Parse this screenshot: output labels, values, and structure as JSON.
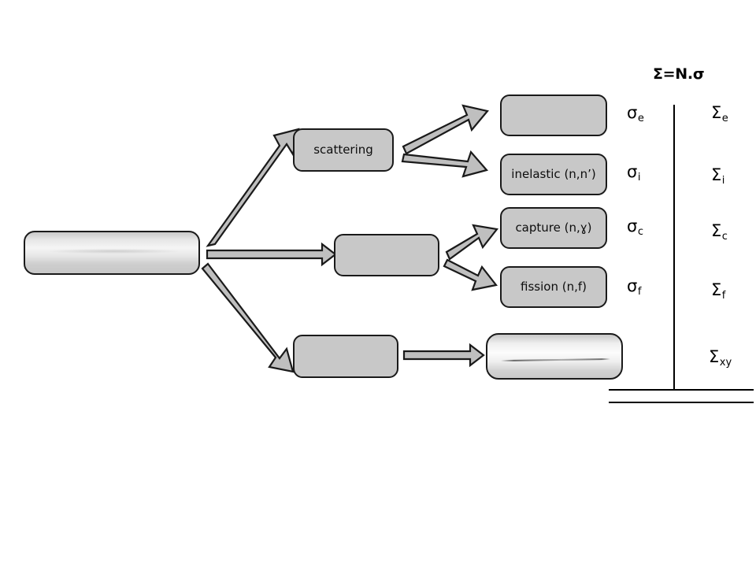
{
  "diagram": {
    "title": "Σ=N.σ",
    "boxes": [
      {
        "id": "source",
        "label": "",
        "erased": true
      },
      {
        "id": "scattering",
        "label": "scattering",
        "erased": false
      },
      {
        "id": "absorption",
        "label": "",
        "erased": false
      },
      {
        "id": "other-reaction",
        "label": "",
        "erased": false
      },
      {
        "id": "elastic",
        "label": "",
        "erased": false
      },
      {
        "id": "inelastic",
        "label": "inelastic (n,n’)",
        "erased": false
      },
      {
        "id": "capture",
        "label": "capture (n,ɣ)",
        "erased": false
      },
      {
        "id": "fission",
        "label": "fission (n,f)",
        "erased": false
      },
      {
        "id": "other-outcome",
        "label": "",
        "erased": true
      }
    ],
    "cross_sections": [
      {
        "symbol": "σ",
        "subscript": "e"
      },
      {
        "symbol": "σ",
        "subscript": "i"
      },
      {
        "symbol": "σ",
        "subscript": "c"
      },
      {
        "symbol": "σ",
        "subscript": "f"
      }
    ],
    "macroscopic": [
      {
        "symbol": "Σ",
        "subscript": "e"
      },
      {
        "symbol": "Σ",
        "subscript": "i"
      },
      {
        "symbol": "Σ",
        "subscript": "c"
      },
      {
        "symbol": "Σ",
        "subscript": "f"
      },
      {
        "symbol": "Σ",
        "subscript": "xy"
      }
    ],
    "colors": {
      "box_fill": "#c8c8c8",
      "box_stroke": "#1a1a1a",
      "arrow_fill": "#bfbfbf",
      "arrow_stroke": "#1a1a1a",
      "rule_line": "#000000",
      "background": "#ffffff"
    }
  }
}
